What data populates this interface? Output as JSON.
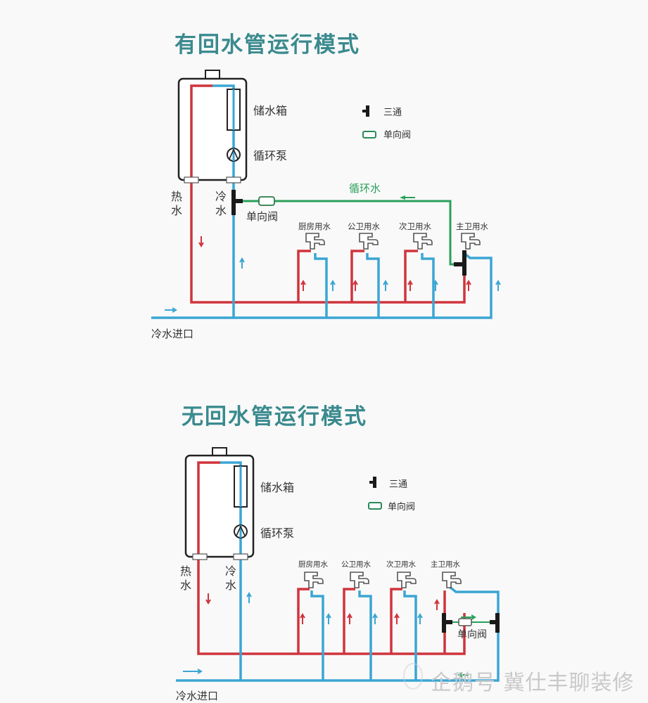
{
  "diagrams": [
    {
      "title": "有回水管运行模式",
      "heater": {
        "tank_label": "储水箱",
        "pump_label": "循环泵"
      },
      "hot_label": [
        "热",
        "水"
      ],
      "cold_label": [
        "冷",
        "水"
      ],
      "legend": {
        "tee_label": "三通",
        "check_valve_label": "单向阀"
      },
      "recirc_label": "循环水",
      "check_valve_label": "单向阀",
      "fixtures": [
        "厨房用水",
        "公卫用水",
        "次卫用水",
        "主卫用水"
      ],
      "inlet_label": "冷水进口"
    },
    {
      "title": "无回水管运行模式",
      "heater": {
        "tank_label": "储水箱",
        "pump_label": "循环泵"
      },
      "hot_label": [
        "热",
        "水"
      ],
      "cold_label": [
        "冷",
        "水"
      ],
      "legend": {
        "tee_label": "三通",
        "check_valve_label": "单向阀"
      },
      "check_valve_label": "单向阀",
      "fixtures": [
        "厨房用水",
        "公卫用水",
        "次卫用水",
        "主卫用水"
      ],
      "inlet_label": "冷水进口"
    }
  ],
  "colors": {
    "hot": "#d0343c",
    "cold": "#3aa6d4",
    "recirc": "#2aa05a",
    "title": "#3a8a8e",
    "outline": "#222222"
  },
  "watermark": "企鹅号 冀仕丰聊装修"
}
